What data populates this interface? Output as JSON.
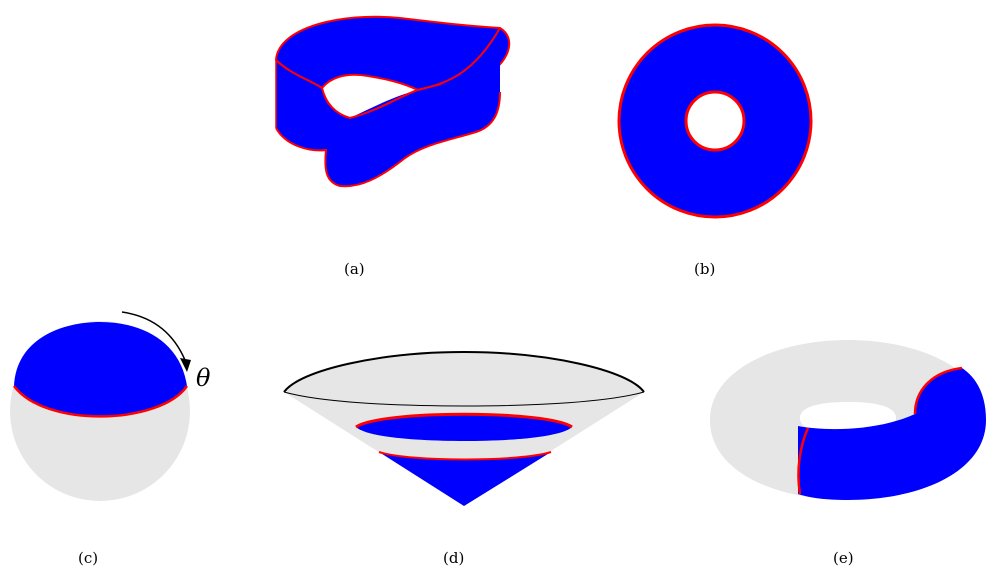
{
  "panels": [
    {
      "id": "a",
      "caption": "(a)"
    },
    {
      "id": "b",
      "caption": "(b)"
    },
    {
      "id": "c",
      "caption": "(c)",
      "angle_label": "θ"
    },
    {
      "id": "d",
      "caption": "(d)"
    },
    {
      "id": "e",
      "caption": "(e)"
    }
  ],
  "colors": {
    "surface": "#0000ff",
    "boundary": "#ff0000",
    "background_surface": "#e6e6e6",
    "outline": "#000000"
  }
}
